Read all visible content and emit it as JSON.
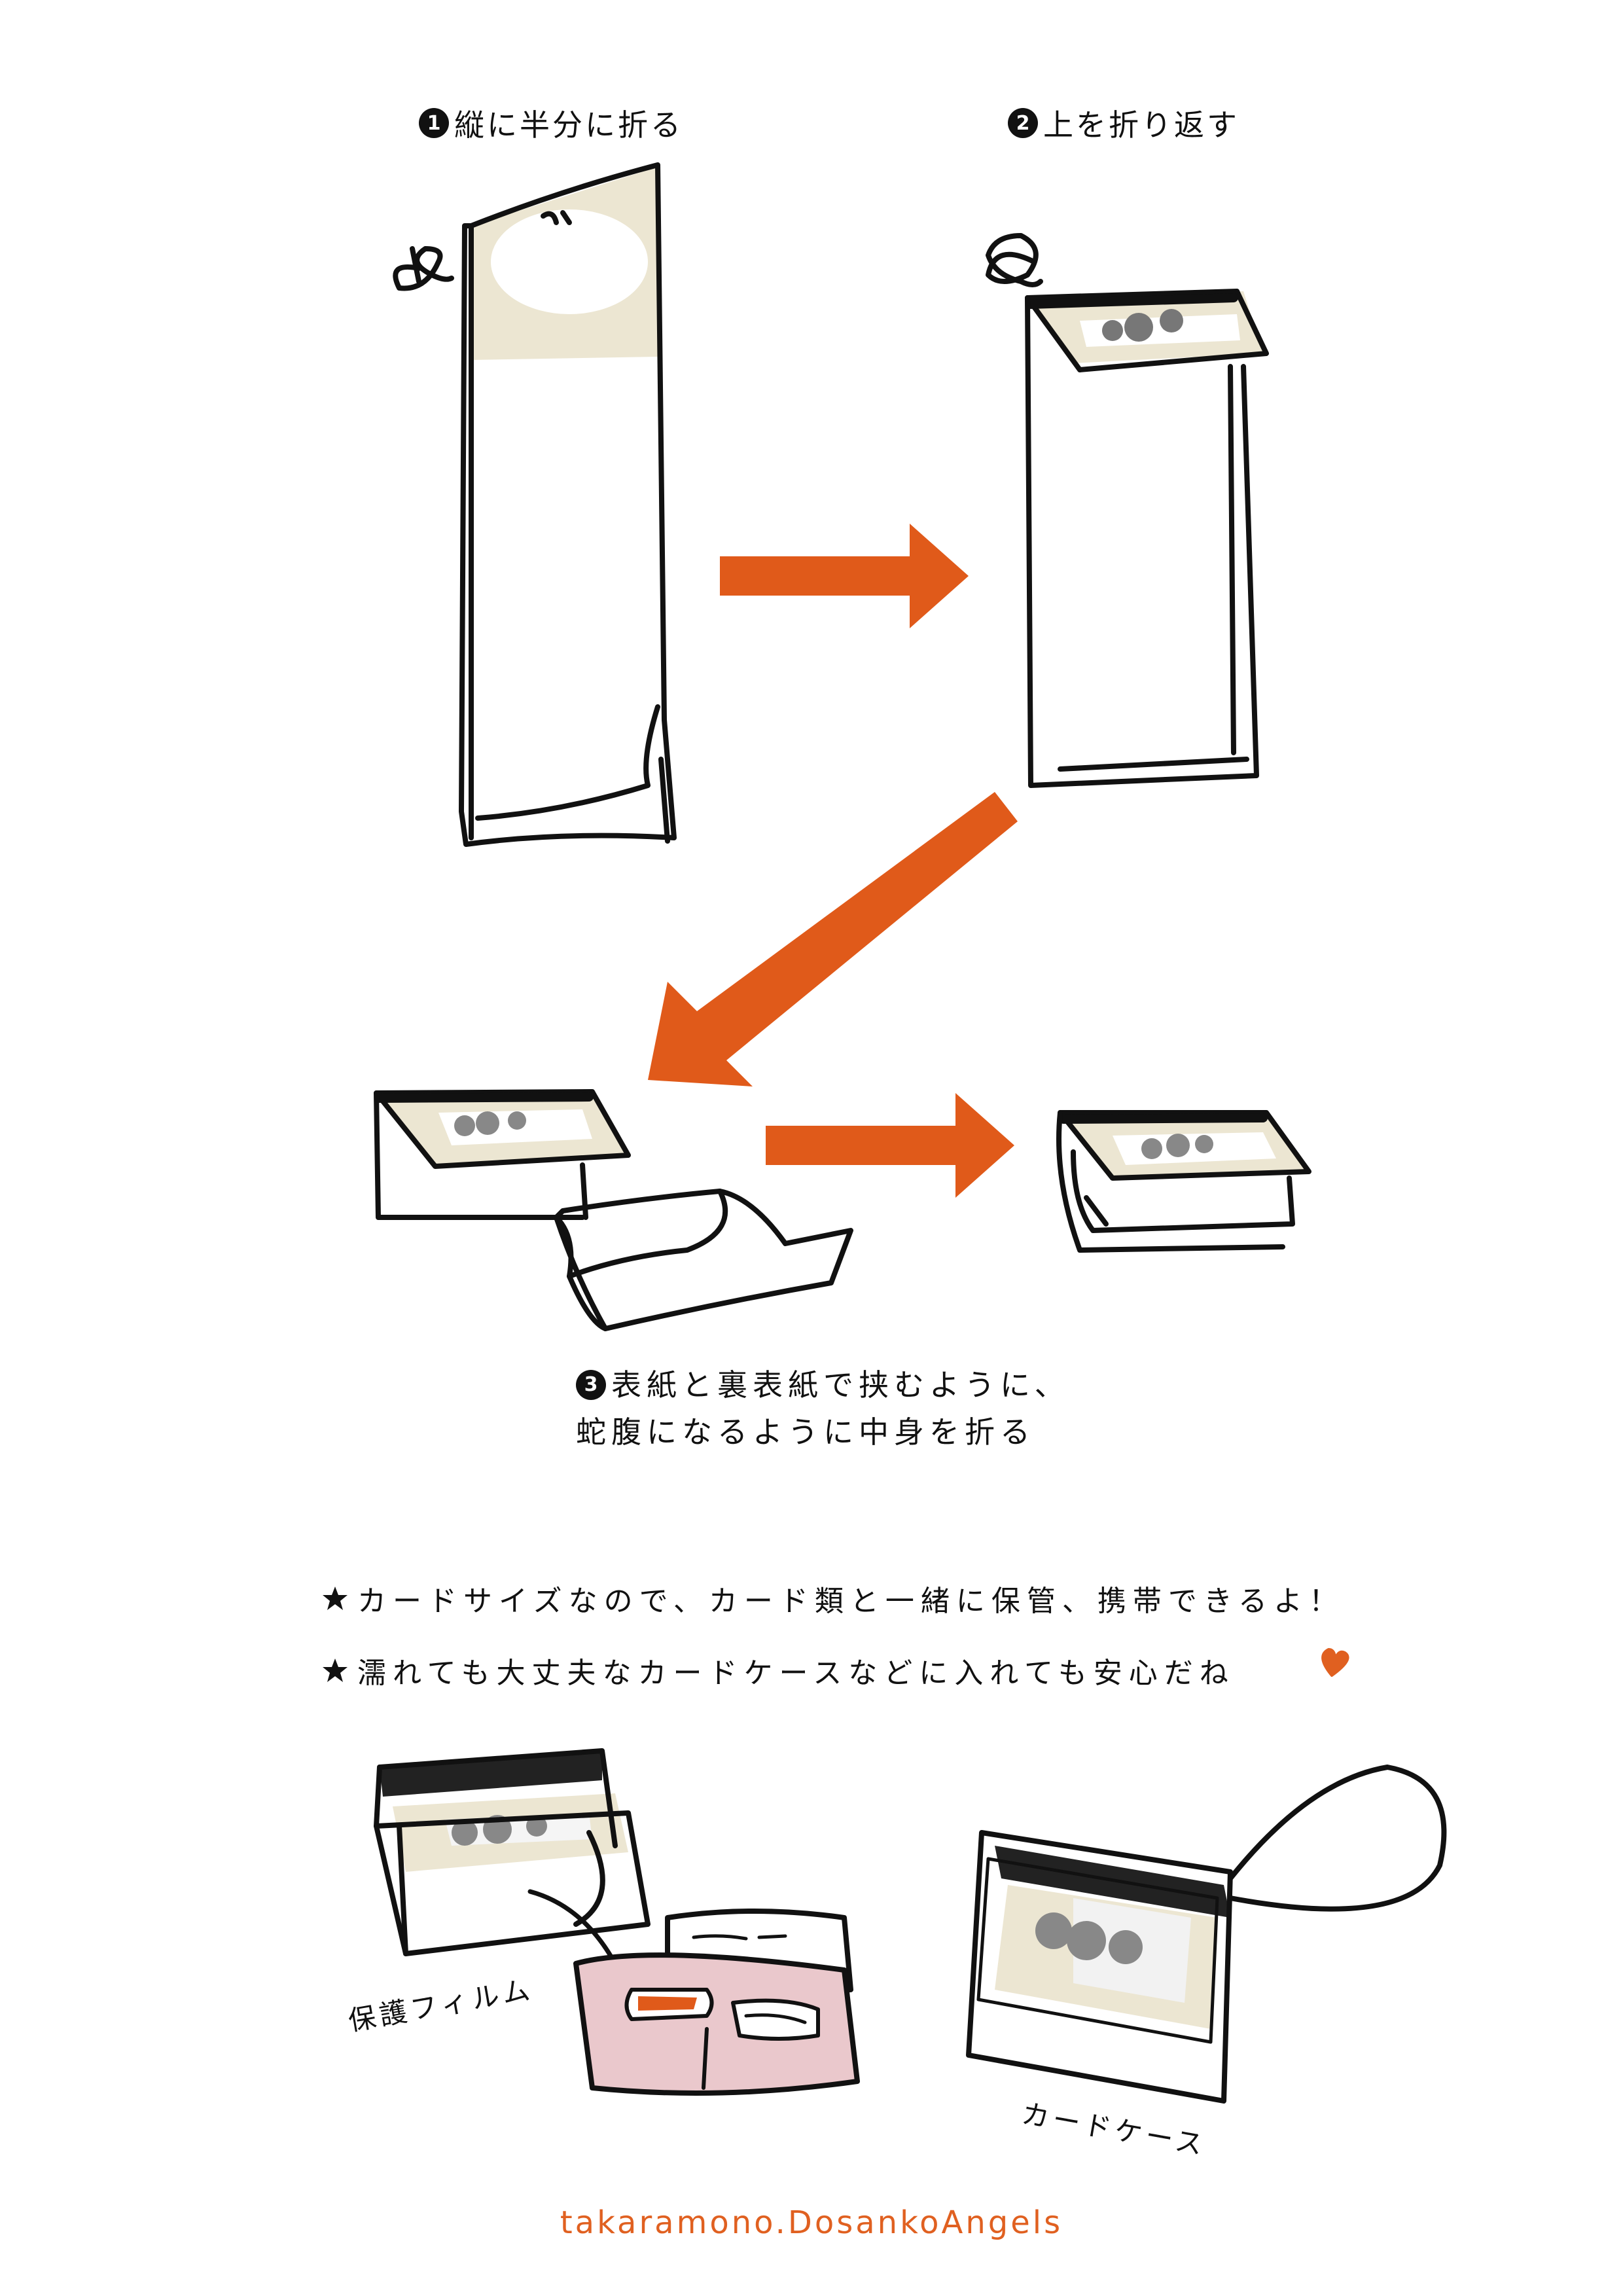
{
  "steps": [
    {
      "number": "1",
      "text": "縦に半分に折る"
    },
    {
      "number": "2",
      "text": "上を折り返す"
    },
    {
      "number": "3",
      "line1": "表紙と裏表紙で挟むように、",
      "line2": "蛇腹になるように中身を折る"
    }
  ],
  "notes": [
    "カードサイズなので、カード類と一緒に保管、携帯できるよ！",
    "濡れても大丈夫なカードケースなどに入れても安心だね"
  ],
  "labels": {
    "protective_film": "保護フィルム",
    "card_case": "カードケース"
  },
  "footer": "takaramono.DosankoAngels",
  "colors": {
    "arrow": "#e05a1a",
    "paper_tint": "#ece6d2",
    "accent": "#e06020",
    "wallet_pink": "#eac8cc"
  }
}
